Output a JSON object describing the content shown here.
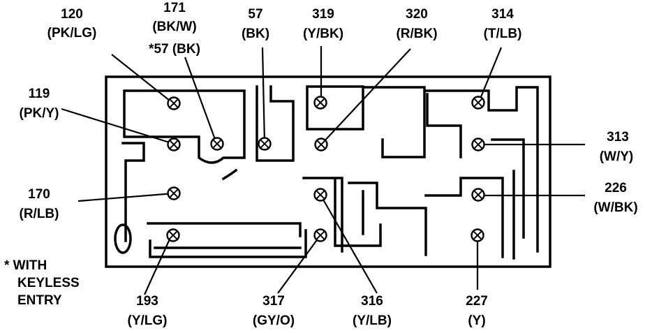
{
  "diagram": {
    "terminals": [
      {
        "id": "120",
        "circuit": "120",
        "color": "(PK/LG)"
      },
      {
        "id": "171",
        "circuit": "171",
        "color": "(BK/W)",
        "alt": "*57 (BK)"
      },
      {
        "id": "57",
        "circuit": "57",
        "color": "(BK)"
      },
      {
        "id": "319",
        "circuit": "319",
        "color": "(Y/BK)"
      },
      {
        "id": "320",
        "circuit": "320",
        "color": "(R/BK)"
      },
      {
        "id": "314",
        "circuit": "314",
        "color": "(T/LB)"
      },
      {
        "id": "119",
        "circuit": "119",
        "color": "(PK/Y)"
      },
      {
        "id": "313",
        "circuit": "313",
        "color": "(W/Y)"
      },
      {
        "id": "170",
        "circuit": "170",
        "color": "(R/LB)"
      },
      {
        "id": "226",
        "circuit": "226",
        "color": "(W/BK)"
      },
      {
        "id": "193",
        "circuit": "193",
        "color": "(Y/LG)"
      },
      {
        "id": "317",
        "circuit": "317",
        "color": "(GY/O)"
      },
      {
        "id": "316",
        "circuit": "316",
        "color": "(Y/LB)"
      },
      {
        "id": "227",
        "circuit": "227",
        "color": "(Y)"
      }
    ],
    "footnote": [
      "* WITH",
      "KEYLESS",
      "ENTRY"
    ]
  }
}
